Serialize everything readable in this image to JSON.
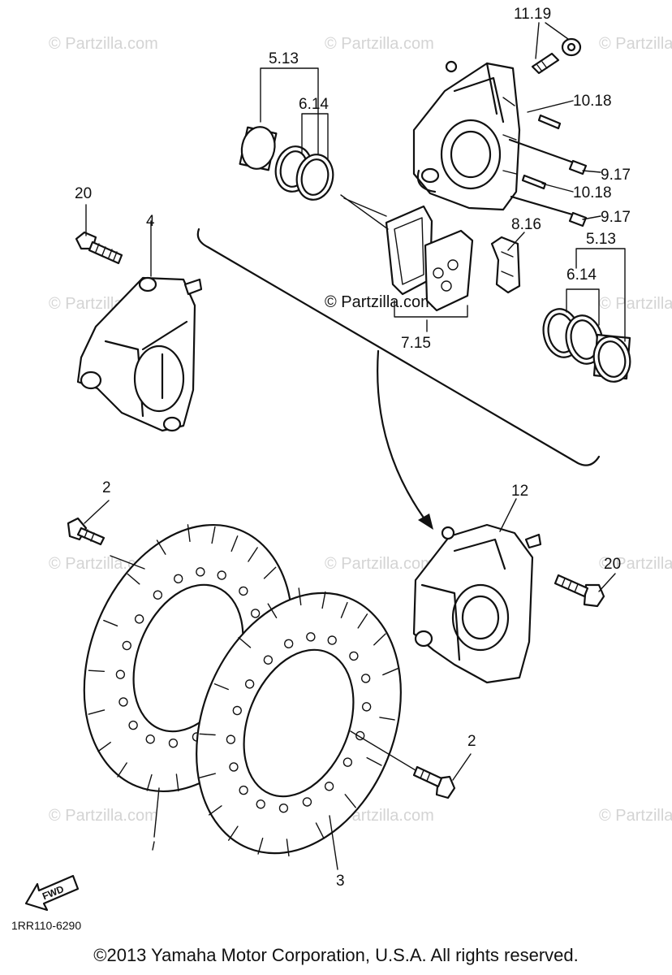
{
  "diagram": {
    "code": "1RR110-6290",
    "copyright": "©2013 Yamaha Motor Corporation, U.S.A. All rights reserved.",
    "fwd_label": "FWD",
    "watermark": "© Partzilla.com",
    "labels": {
      "l_11_19": "11.19",
      "l_5_13_a": "5.13",
      "l_6_14_a": "6.14",
      "l_10_18_a": "10.18",
      "l_9_17_a": "9.17",
      "l_10_18_b": "10.18",
      "l_9_17_b": "9.17",
      "l_20_a": "20",
      "l_4": "4",
      "l_8_16": "8.16",
      "l_5_13_b": "5.13",
      "l_6_14_b": "6.14",
      "l_7_15": "7.15",
      "l_2_a": "2",
      "l_12": "12",
      "l_20_b": "20",
      "l_2_b": "2",
      "l_3": "3"
    }
  }
}
